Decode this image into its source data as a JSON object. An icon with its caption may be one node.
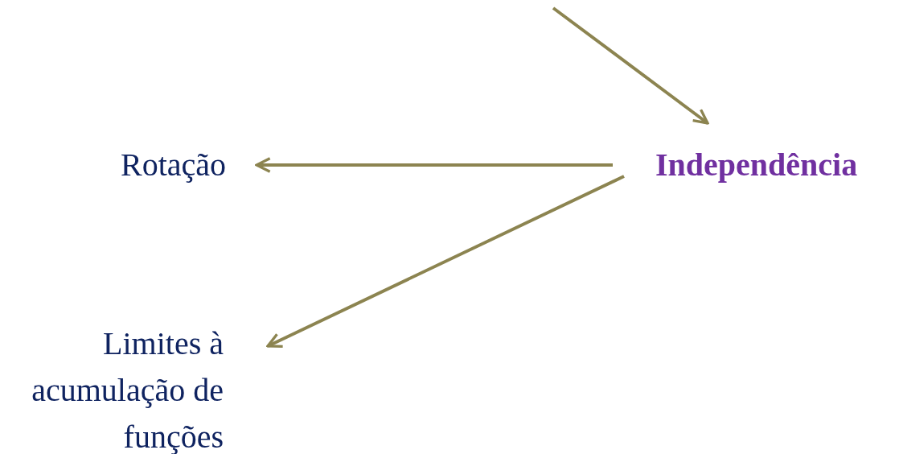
{
  "diagram": {
    "nodes": [
      {
        "text": [
          "Rotação"
        ]
      },
      {
        "text": [
          "Independência"
        ]
      },
      {
        "text": [
          "Limites à acumulação de funções"
        ]
      }
    ],
    "edges": [
      {
        "from": null,
        "to": 1,
        "arrow": "to"
      },
      {
        "from": 1,
        "to": 0,
        "arrow": "to"
      },
      {
        "from": 1,
        "to": 2,
        "arrow": "to"
      }
    ]
  }
}
